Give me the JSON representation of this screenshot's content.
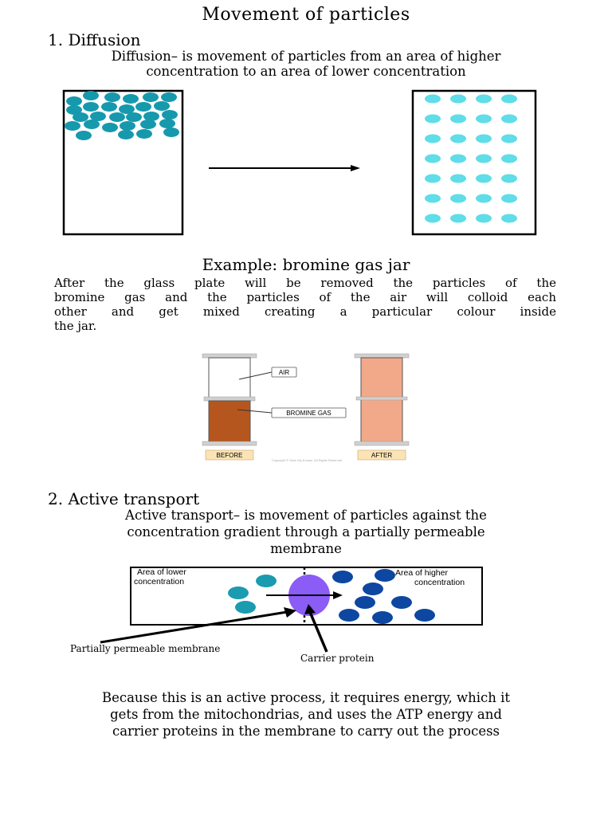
{
  "title": "Movement of particles",
  "diffusion": {
    "heading": "1. Diffusion",
    "definition_line1": "Diffusion– is movement of particles from an area of higher",
    "definition_line2": "concentration to an area of lower concentration"
  },
  "example": {
    "heading": "Example: bromine gas jar",
    "lines": [
      "After the glass plate will be removed the particles of the",
      "bromine gas and the particles of the air will colloid each",
      "other and get mixed creating a particular colour inside",
      "the jar."
    ],
    "figure": {
      "air_label": "AIR",
      "bromine_label": "BROMINE GAS",
      "before_label": "BEFORE",
      "after_label": "AFTER",
      "copyright": "Copyright © Save My Exams. All Rights Reserved",
      "colors": {
        "bromine": "#b5561e",
        "mixed": "#f2a98a",
        "label_bg": "#fbe3b5"
      }
    }
  },
  "active_transport": {
    "heading": "2. Active transport",
    "definition_line1": "Active transport– is movement of particles against the",
    "definition_line2": "concentration gradient through a partially permeable",
    "definition_line3": "membrane",
    "diagram": {
      "lower_label_1": "Area of lower",
      "lower_label_2": "concentration",
      "higher_label_1": "Area of higher",
      "higher_label_2": "concentration",
      "membrane_label": "Partially permeable membrane",
      "carrier_label": "Carrier protein",
      "colors": {
        "low_particle": "#1a9bb0",
        "high_particle": "#0d47a1",
        "carrier": "#8b5cf6"
      }
    }
  },
  "conclusion": {
    "line1": "Because this is an active process, it requires energy, which it",
    "line2": "gets from the mitochondrias, and uses the ATP energy and",
    "line3": "carrier proteins in the membrane to carry out the process"
  },
  "colors": {
    "diffusion_before": "#1699ad",
    "diffusion_after": "#5fdde8"
  }
}
